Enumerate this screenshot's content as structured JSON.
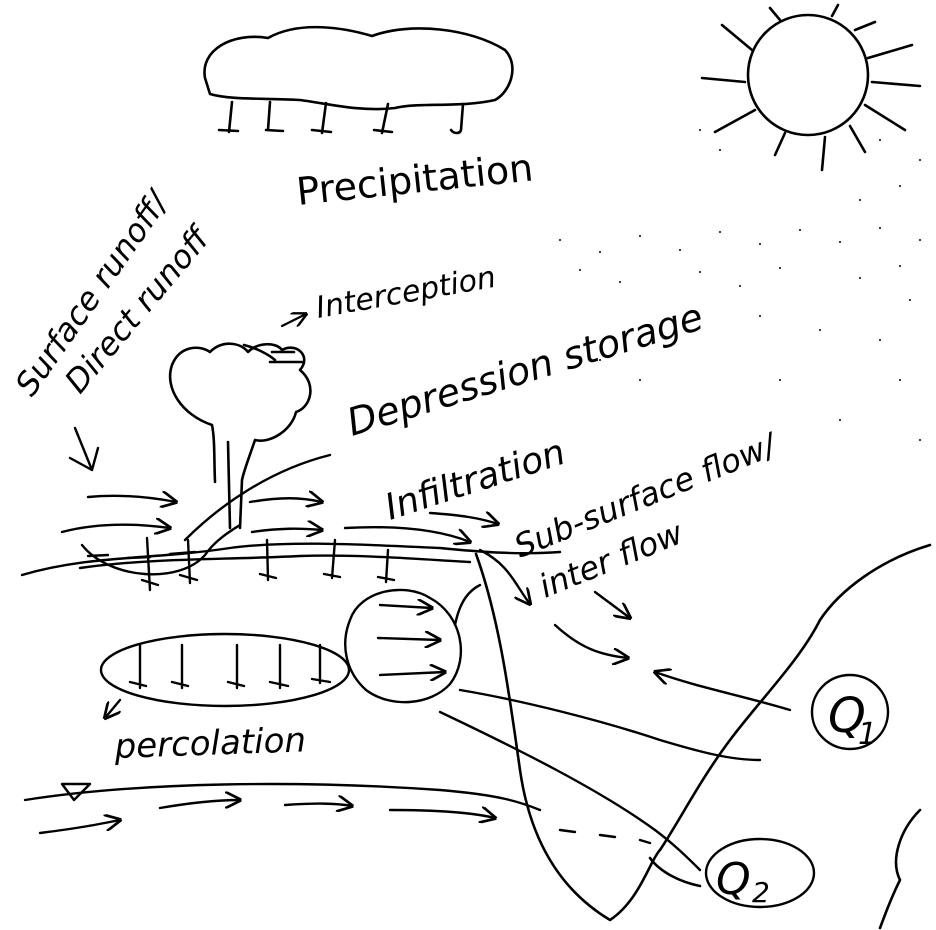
{
  "labels": {
    "precipitation": "Precipitation",
    "surface_runoff": "Surface runoff/",
    "direct_runoff": "Direct runoff",
    "interception": "Interception",
    "depression_storage": "Depression storage",
    "infiltration": "Infiltration",
    "subsurface_flow": "Sub-surface flow/",
    "inter_flow": "inter flow",
    "percolation": "percolation",
    "q1": "Q",
    "q1_sub": "1",
    "q2": "Q",
    "q2_sub": "2"
  }
}
